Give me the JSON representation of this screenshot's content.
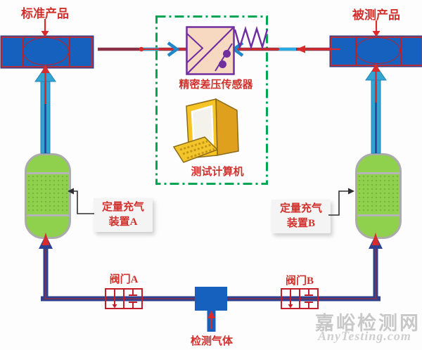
{
  "labels": {
    "standard_product": "标准产品",
    "tested_product": "被测产品",
    "sensor": "精密差压传感器",
    "computer": "测试计算机",
    "device_a": {
      "line1": "定量充气",
      "line2": "装置A"
    },
    "device_b": {
      "line1": "定量充气",
      "line2": "装置B"
    },
    "valve_a": "阀门A",
    "valve_b": "阀门B",
    "gas_source": "检测气体"
  },
  "watermark": {
    "site_cn": "嘉峪检测网",
    "site_en": "AnyTesting.com"
  },
  "colors": {
    "label_red": "#d0312d",
    "arrow_red": "#d92b2b",
    "pipe_navy": "#2e4090",
    "pipe_core_maroon": "#8b3045",
    "feed_teal": "#33a3d1",
    "highlight_cyan": "#29abe2",
    "chevron_blue": "#2287c8",
    "vessel_blue": "#1661be",
    "tank_green": "#8fd14c",
    "tank_border_gray": "#ababab",
    "sensor_peach": "#f7d8c0",
    "sensor_purple": "#6e2e9e",
    "dashed_green": "#00a651",
    "valve_red": "#c41e2a",
    "computer_yellow": "#f6c425",
    "watermark_gray": "#c9c9c9"
  }
}
